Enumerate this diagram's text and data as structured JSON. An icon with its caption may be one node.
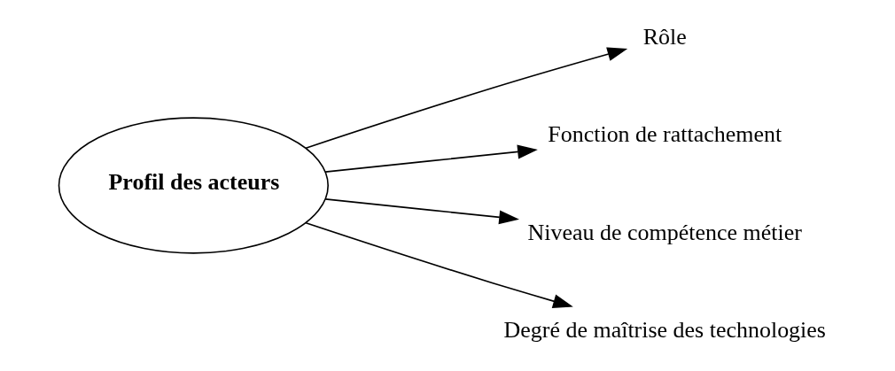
{
  "diagram": {
    "nodes": [
      {
        "text": [
          "Profil des acteurs"
        ]
      },
      {
        "text": [
          "Rôle"
        ]
      },
      {
        "text": [
          "Fonction de rattachement"
        ]
      },
      {
        "text": [
          "Niveau de compétence métier"
        ]
      },
      {
        "text": [
          "Degré de maîtrise des technologies"
        ]
      }
    ],
    "edges": [
      {
        "from": 0,
        "to": 1,
        "arrow": "to"
      },
      {
        "from": 0,
        "to": 2,
        "arrow": "to"
      },
      {
        "from": 0,
        "to": 3,
        "arrow": "to"
      },
      {
        "from": 0,
        "to": 4,
        "arrow": "to"
      }
    ]
  }
}
